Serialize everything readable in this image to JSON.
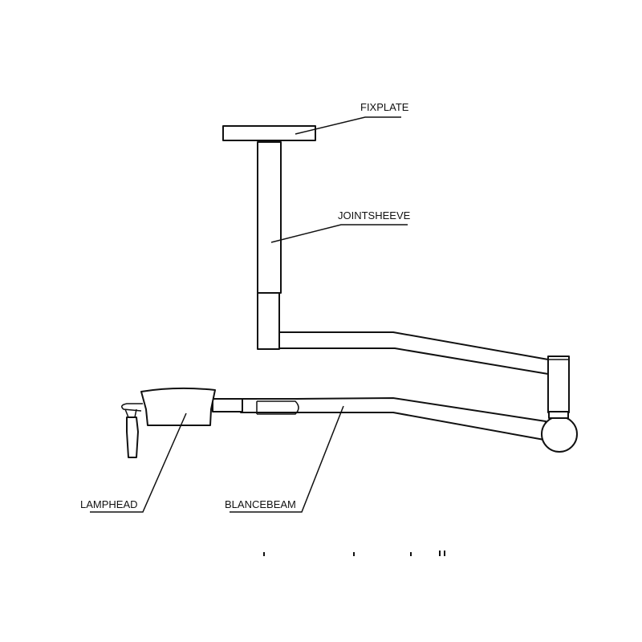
{
  "labels": {
    "fixplate": "FIXPLATE",
    "jointsheeve": "JOINTSHEEVE",
    "lamphead": "LAMPHEAD",
    "blancebeam": "BLANCEBEAM"
  },
  "colors": {
    "line": "#111111",
    "background": "#ffffff"
  }
}
